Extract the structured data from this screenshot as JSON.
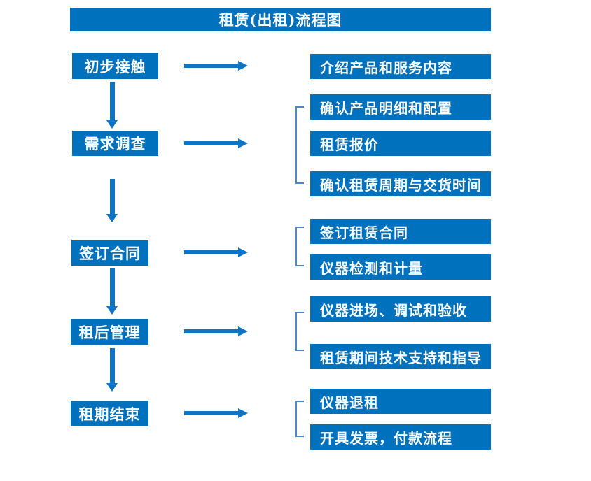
{
  "title": {
    "text": "租赁(出租)流程图"
  },
  "colors": {
    "box_blue": "#0071bc",
    "arrow_blue": "#0e74c4",
    "bracket_blue": "#4d87c7",
    "text": "#ffffff",
    "background": "#ffffff"
  },
  "stages": [
    {
      "label": "初步接触",
      "details": [
        "介绍产品和服务内容"
      ]
    },
    {
      "label": "需求调查",
      "details": [
        "确认产品明细和配置",
        "租赁报价",
        "确认租赁周期与交货时间"
      ]
    },
    {
      "label": "签订合同",
      "details": [
        "签订租赁合同",
        "仪器检测和计量"
      ]
    },
    {
      "label": "租后管理",
      "details": [
        "仪器进场、调试和验收",
        "租赁期间技术支持和指导"
      ]
    },
    {
      "label": "租期结束",
      "details": [
        "仪器退租",
        "开具发票，付款流程"
      ]
    }
  ]
}
